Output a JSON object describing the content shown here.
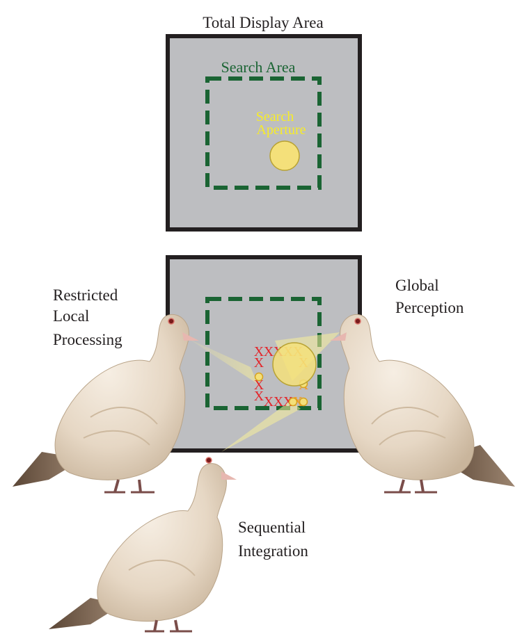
{
  "labels": {
    "total_display_area": "Total Display Area",
    "search_area": "Search Area",
    "search_aperture_line1": "Search",
    "search_aperture_line2": "Aperture",
    "restricted_line1": "Restricted",
    "restricted_line2": "Local",
    "restricted_line3": "Processing",
    "global_line1": "Global",
    "global_line2": "Perception",
    "sequential_line1": "Sequential",
    "sequential_line2": "Integration"
  },
  "colors": {
    "display_fill": "#bdbec1",
    "display_border": "#231f20",
    "search_area": "#1a6433",
    "aperture_fill": "#f4e07a",
    "aperture_text": "#f7ec28",
    "cross_red": "#e3262b",
    "cross_orange": "#f29a2a",
    "pigeon_body": "#e9dccb"
  },
  "marks": {
    "cross": "X"
  }
}
